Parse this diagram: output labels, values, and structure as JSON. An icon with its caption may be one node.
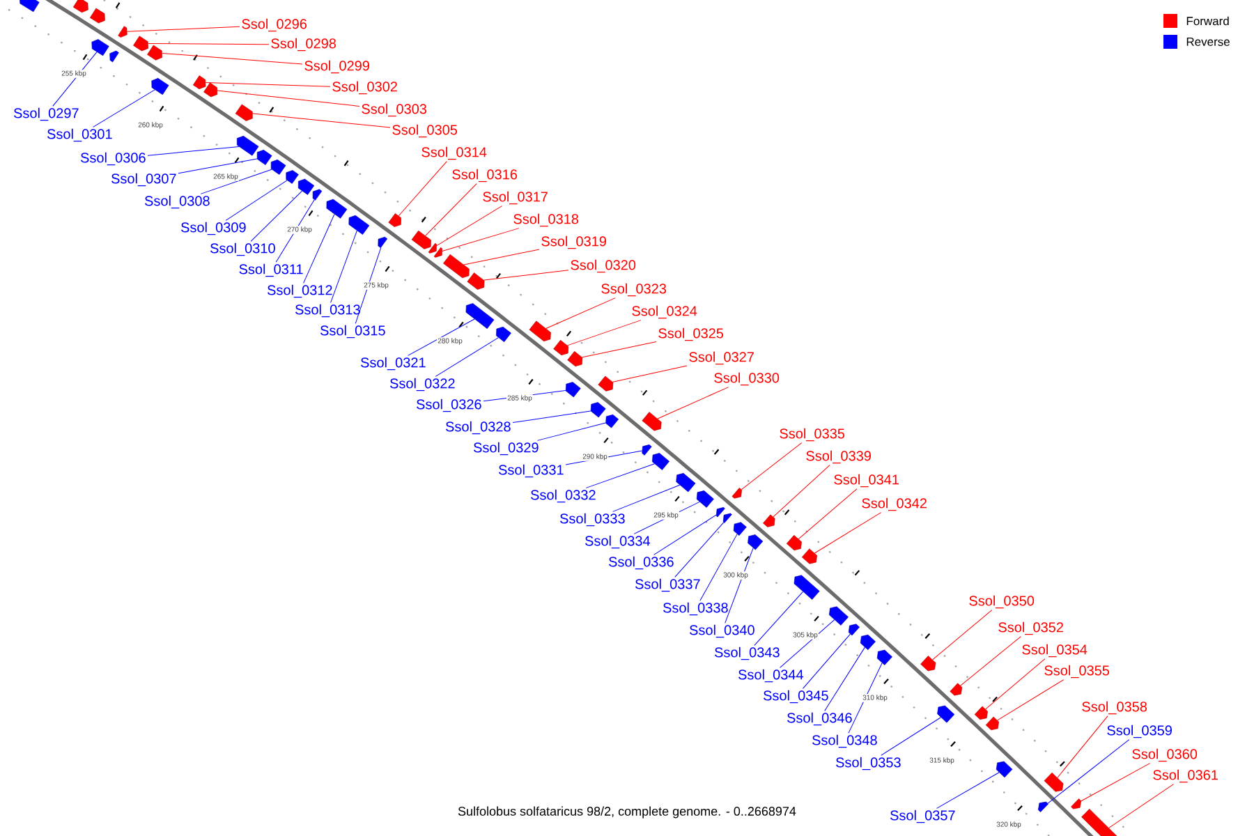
{
  "diagram": {
    "caption": "Sulfolobus solfataricus 98/2, complete genome. - 0..2668974",
    "nodes": [
      {
        "text": [
          "Ssol_0296"
        ]
      },
      {
        "text": [
          "Ssol_0297"
        ]
      },
      {
        "text": [
          "Ssol_0298"
        ]
      },
      {
        "text": [
          "Ssol_0299"
        ]
      },
      {
        "text": [
          "Ssol_0301"
        ]
      },
      {
        "text": [
          "Ssol_0302"
        ]
      },
      {
        "text": [
          "Ssol_0303"
        ]
      },
      {
        "text": [
          "Ssol_0305"
        ]
      },
      {
        "text": [
          "Ssol_0306"
        ]
      },
      {
        "text": [
          "Ssol_0307"
        ]
      },
      {
        "text": [
          "Ssol_0308"
        ]
      },
      {
        "text": [
          "Ssol_0309"
        ]
      },
      {
        "text": [
          "Ssol_0310"
        ]
      },
      {
        "text": [
          "Ssol_0311"
        ]
      },
      {
        "text": [
          "Ssol_0312"
        ]
      },
      {
        "text": [
          "Ssol_0313"
        ]
      },
      {
        "text": [
          "Ssol_0314"
        ]
      },
      {
        "text": [
          "Ssol_0315"
        ]
      },
      {
        "text": [
          "Ssol_0316"
        ]
      },
      {
        "text": [
          "Ssol_0317"
        ]
      },
      {
        "text": [
          "Ssol_0318"
        ]
      },
      {
        "text": [
          "Ssol_0319"
        ]
      },
      {
        "text": [
          "Ssol_0320"
        ]
      },
      {
        "text": [
          "Ssol_0321"
        ]
      },
      {
        "text": [
          "Ssol_0322"
        ]
      },
      {
        "text": [
          "Ssol_0323"
        ]
      },
      {
        "text": [
          "Ssol_0324"
        ]
      },
      {
        "text": [
          "Ssol_0325"
        ]
      },
      {
        "text": [
          "Ssol_0326"
        ]
      },
      {
        "text": [
          "Ssol_0327"
        ]
      },
      {
        "text": [
          "Ssol_0328"
        ]
      },
      {
        "text": [
          "Ssol_0329"
        ]
      },
      {
        "text": [
          "Ssol_0330"
        ]
      },
      {
        "text": [
          "Ssol_0331"
        ]
      },
      {
        "text": [
          "Ssol_0332"
        ]
      },
      {
        "text": [
          "Ssol_0333"
        ]
      },
      {
        "text": [
          "Ssol_0334"
        ]
      },
      {
        "text": [
          "Ssol_0335"
        ]
      },
      {
        "text": [
          "Ssol_0336"
        ]
      },
      {
        "text": [
          "Ssol_0337"
        ]
      },
      {
        "text": [
          "Ssol_0338"
        ]
      },
      {
        "text": [
          "Ssol_0339"
        ]
      },
      {
        "text": [
          "Ssol_0340"
        ]
      },
      {
        "text": [
          "Ssol_0341"
        ]
      },
      {
        "text": [
          "Ssol_0342"
        ]
      },
      {
        "text": [
          "Ssol_0343"
        ]
      },
      {
        "text": [
          "Ssol_0344"
        ]
      },
      {
        "text": [
          "Ssol_0345"
        ]
      },
      {
        "text": [
          "Ssol_0346"
        ]
      },
      {
        "text": [
          "Ssol_0348"
        ]
      },
      {
        "text": [
          "Ssol_0350"
        ]
      },
      {
        "text": [
          "Ssol_0352"
        ]
      },
      {
        "text": [
          "Ssol_0353"
        ]
      },
      {
        "text": [
          "Ssol_0354"
        ]
      },
      {
        "text": [
          "Ssol_0355"
        ]
      },
      {
        "text": [
          "Ssol_0357"
        ]
      },
      {
        "text": [
          "Ssol_0358"
        ]
      },
      {
        "text": [
          "Ssol_0359"
        ]
      },
      {
        "text": [
          "Ssol_0360"
        ]
      },
      {
        "text": [
          "Ssol_0361"
        ]
      },
      {
        "text": [],
        "shape": "box"
      },
      {
        "text": [],
        "shape": "box"
      },
      {
        "text": [],
        "shape": "box"
      },
      {
        "text": [],
        "shape": "box"
      },
      {
        "text": [],
        "shape": "box"
      },
      {
        "text": [],
        "shape": "box"
      },
      {
        "text": [],
        "shape": "box"
      },
      {
        "text": [],
        "shape": "box"
      },
      {
        "text": [],
        "shape": "box"
      },
      {
        "text": [],
        "shape": "box"
      },
      {
        "text": [],
        "shape": "box"
      },
      {
        "text": [],
        "shape": "box"
      },
      {
        "text": [],
        "shape": "box"
      },
      {
        "text": [],
        "shape": "box"
      },
      {
        "text": [],
        "shape": "box"
      },
      {
        "text": [],
        "shape": "box"
      },
      {
        "text": [],
        "shape": "box"
      },
      {
        "text": [],
        "shape": "box"
      },
      {
        "text": [],
        "shape": "box"
      },
      {
        "text": [],
        "shape": "box"
      },
      {
        "text": [],
        "shape": "box"
      },
      {
        "text": [],
        "shape": "box"
      },
      {
        "text": [],
        "shape": "box"
      },
      {
        "text": [],
        "shape": "box"
      },
      {
        "text": [],
        "shape": "box"
      },
      {
        "text": [],
        "shape": "box"
      },
      {
        "text": [],
        "shape": "box"
      },
      {
        "text": [],
        "shape": "box"
      },
      {
        "text": [],
        "shape": "box"
      },
      {
        "text": [],
        "shape": "box"
      },
      {
        "text": [],
        "shape": "box"
      },
      {
        "text": [],
        "shape": "box"
      },
      {
        "text": [],
        "shape": "box"
      },
      {
        "text": [],
        "shape": "box"
      },
      {
        "text": [],
        "shape": "box"
      },
      {
        "text": [],
        "shape": "box"
      },
      {
        "text": [],
        "shape": "box"
      },
      {
        "text": [],
        "shape": "box"
      },
      {
        "text": [],
        "shape": "box"
      },
      {
        "text": [],
        "shape": "box"
      },
      {
        "text": [],
        "shape": "box"
      },
      {
        "text": [],
        "shape": "box"
      },
      {
        "text": [],
        "shape": "box"
      },
      {
        "text": [],
        "shape": "box"
      },
      {
        "text": [],
        "shape": "box"
      },
      {
        "text": [],
        "shape": "box"
      },
      {
        "text": [],
        "shape": "box"
      },
      {
        "text": [],
        "shape": "box"
      },
      {
        "text": [],
        "shape": "box"
      },
      {
        "text": [],
        "shape": "box"
      },
      {
        "text": [],
        "shape": "box"
      },
      {
        "text": [],
        "shape": "box"
      },
      {
        "text": [],
        "shape": "box"
      },
      {
        "text": [],
        "shape": "box"
      },
      {
        "text": [],
        "shape": "box"
      },
      {
        "text": [],
        "shape": "box"
      },
      {
        "text": [],
        "shape": "box"
      },
      {
        "text": [],
        "shape": "box"
      },
      {
        "text": [],
        "shape": "box"
      },
      {
        "text": [],
        "shape": "box"
      },
      {
        "text": [],
        "shape": "box"
      },
      {
        "text": [],
        "shape": "box"
      },
      {
        "text": [],
        "shape": "box"
      },
      {
        "text": [],
        "shape": "box"
      }
    ],
    "edges": [
      {
        "from": 0,
        "to": 60,
        "arrow": "none",
        "color": "#ff0000"
      },
      {
        "from": 1,
        "to": 61,
        "arrow": "none",
        "color": "#0000ff"
      },
      {
        "from": 2,
        "to": 62,
        "arrow": "none",
        "color": "#ff0000"
      },
      {
        "from": 3,
        "to": 63,
        "arrow": "none",
        "color": "#ff0000"
      },
      {
        "from": 4,
        "to": 64,
        "arrow": "none",
        "color": "#0000ff"
      },
      {
        "from": 5,
        "to": 65,
        "arrow": "none",
        "color": "#ff0000"
      },
      {
        "from": 6,
        "to": 66,
        "arrow": "none",
        "color": "#ff0000"
      },
      {
        "from": 7,
        "to": 67,
        "arrow": "none",
        "color": "#ff0000"
      },
      {
        "from": 8,
        "to": 68,
        "arrow": "none",
        "color": "#0000ff"
      },
      {
        "from": 9,
        "to": 69,
        "arrow": "none",
        "color": "#0000ff"
      },
      {
        "from": 10,
        "to": 70,
        "arrow": "none",
        "color": "#0000ff"
      },
      {
        "from": 11,
        "to": 71,
        "arrow": "none",
        "color": "#0000ff"
      },
      {
        "from": 12,
        "to": 72,
        "arrow": "none",
        "color": "#0000ff"
      },
      {
        "from": 13,
        "to": 73,
        "arrow": "none",
        "color": "#0000ff"
      },
      {
        "from": 14,
        "to": 74,
        "arrow": "none",
        "color": "#0000ff"
      },
      {
        "from": 15,
        "to": 75,
        "arrow": "none",
        "color": "#0000ff"
      },
      {
        "from": 16,
        "to": 76,
        "arrow": "none",
        "color": "#ff0000"
      },
      {
        "from": 17,
        "to": 77,
        "arrow": "none",
        "color": "#0000ff"
      },
      {
        "from": 18,
        "to": 78,
        "arrow": "none",
        "color": "#ff0000"
      },
      {
        "from": 19,
        "to": 79,
        "arrow": "none",
        "color": "#ff0000"
      },
      {
        "from": 20,
        "to": 80,
        "arrow": "none",
        "color": "#ff0000"
      },
      {
        "from": 21,
        "to": 81,
        "arrow": "none",
        "color": "#ff0000"
      },
      {
        "from": 22,
        "to": 82,
        "arrow": "none",
        "color": "#ff0000"
      },
      {
        "from": 23,
        "to": 83,
        "arrow": "none",
        "color": "#0000ff"
      },
      {
        "from": 24,
        "to": 84,
        "arrow": "none",
        "color": "#0000ff"
      },
      {
        "from": 25,
        "to": 85,
        "arrow": "none",
        "color": "#ff0000"
      },
      {
        "from": 26,
        "to": 86,
        "arrow": "none",
        "color": "#ff0000"
      },
      {
        "from": 27,
        "to": 87,
        "arrow": "none",
        "color": "#ff0000"
      },
      {
        "from": 28,
        "to": 88,
        "arrow": "none",
        "color": "#0000ff"
      },
      {
        "from": 29,
        "to": 89,
        "arrow": "none",
        "color": "#ff0000"
      },
      {
        "from": 30,
        "to": 90,
        "arrow": "none",
        "color": "#0000ff"
      },
      {
        "from": 31,
        "to": 91,
        "arrow": "none",
        "color": "#0000ff"
      },
      {
        "from": 32,
        "to": 92,
        "arrow": "none",
        "color": "#ff0000"
      },
      {
        "from": 33,
        "to": 93,
        "arrow": "none",
        "color": "#0000ff"
      },
      {
        "from": 34,
        "to": 94,
        "arrow": "none",
        "color": "#0000ff"
      },
      {
        "from": 35,
        "to": 95,
        "arrow": "none",
        "color": "#0000ff"
      },
      {
        "from": 36,
        "to": 96,
        "arrow": "none",
        "color": "#0000ff"
      },
      {
        "from": 37,
        "to": 97,
        "arrow": "none",
        "color": "#ff0000"
      },
      {
        "from": 38,
        "to": 98,
        "arrow": "none",
        "color": "#0000ff"
      },
      {
        "from": 39,
        "to": 99,
        "arrow": "none",
        "color": "#0000ff"
      },
      {
        "from": 40,
        "to": 100,
        "arrow": "none",
        "color": "#0000ff"
      },
      {
        "from": 41,
        "to": 101,
        "arrow": "none",
        "color": "#ff0000"
      },
      {
        "from": 42,
        "to": 102,
        "arrow": "none",
        "color": "#0000ff"
      },
      {
        "from": 43,
        "to": 103,
        "arrow": "none",
        "color": "#ff0000"
      },
      {
        "from": 44,
        "to": 104,
        "arrow": "none",
        "color": "#ff0000"
      },
      {
        "from": 45,
        "to": 105,
        "arrow": "none",
        "color": "#0000ff"
      },
      {
        "from": 46,
        "to": 106,
        "arrow": "none",
        "color": "#0000ff"
      },
      {
        "from": 47,
        "to": 107,
        "arrow": "none",
        "color": "#0000ff"
      },
      {
        "from": 48,
        "to": 108,
        "arrow": "none",
        "color": "#0000ff"
      },
      {
        "from": 49,
        "to": 109,
        "arrow": "none",
        "color": "#0000ff"
      },
      {
        "from": 50,
        "to": 110,
        "arrow": "none",
        "color": "#ff0000"
      },
      {
        "from": 51,
        "to": 111,
        "arrow": "none",
        "color": "#ff0000"
      },
      {
        "from": 52,
        "to": 112,
        "arrow": "none",
        "color": "#0000ff"
      },
      {
        "from": 53,
        "to": 113,
        "arrow": "none",
        "color": "#ff0000"
      },
      {
        "from": 54,
        "to": 114,
        "arrow": "none",
        "color": "#ff0000"
      },
      {
        "from": 55,
        "to": 115,
        "arrow": "none",
        "color": "#0000ff"
      },
      {
        "from": 56,
        "to": 116,
        "arrow": "none",
        "color": "#ff0000"
      },
      {
        "from": 57,
        "to": 117,
        "arrow": "none",
        "color": "#0000ff"
      },
      {
        "from": 58,
        "to": 118,
        "arrow": "none",
        "color": "#ff0000"
      },
      {
        "from": 59,
        "to": 119,
        "arrow": "none",
        "color": "#ff0000"
      }
    ],
    "labels": [
      "255 kbp",
      "260 kbp",
      "265 kbp",
      "270 kbp",
      "275 kbp",
      "280 kbp",
      "285 kbp",
      "290 kbp",
      "295 kbp",
      "300 kbp",
      "305 kbp",
      "310 kbp",
      "315 kbp",
      "320 kbp"
    ],
    "legend": [
      {
        "text": "Forward",
        "color": "#ff0000"
      },
      {
        "text": "Reverse",
        "color": "#0000ff"
      }
    ]
  }
}
